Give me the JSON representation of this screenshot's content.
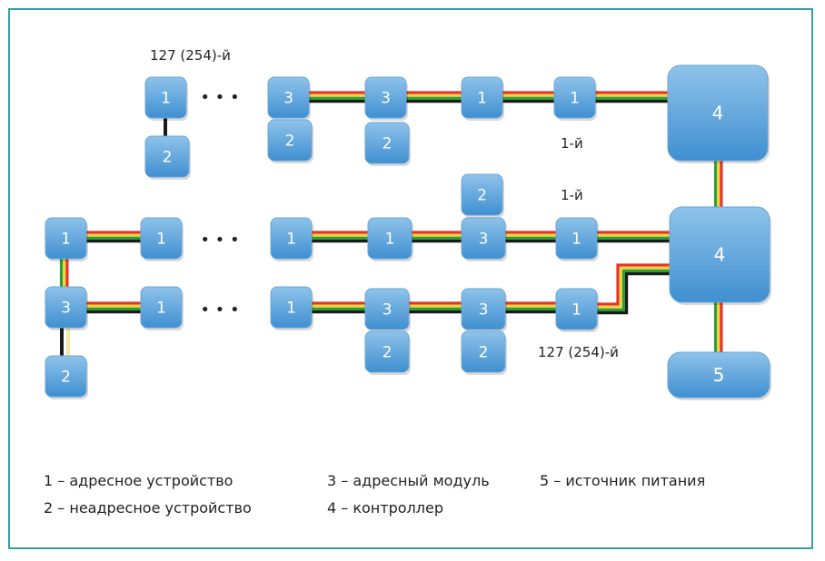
{
  "colors": {
    "frame": "#3a9aa6",
    "box_top": "#8fc3ea",
    "box_bottom": "#3f8fd1",
    "box_stroke": "#6aa6d8",
    "wire_red": "#e2342b",
    "wire_yellow": "#f2d43a",
    "wire_green": "#2f9c3a",
    "wire_black": "#1a1a1a",
    "wire_pale_yellow": "#f3e9a6"
  },
  "labels": {
    "top_left_count": "127 (254)-й",
    "top_first": "1-й",
    "middle_first": "1-й",
    "bottom_count": "127 (254)-й",
    "ellipsis": "• • •"
  },
  "legend": {
    "item1": "1 – адресное устройство",
    "item2": "2 – неадресное устройство",
    "item3": "3 – адресный модуль",
    "item4": "4 – контроллер",
    "item5": "5 – источник питания"
  },
  "boxes": [
    {
      "id": "b-top-1-far",
      "num": "1"
    },
    {
      "id": "b-top-2-far",
      "num": "2"
    },
    {
      "id": "b-top-3a",
      "num": "3"
    },
    {
      "id": "b-top-2a",
      "num": "2"
    },
    {
      "id": "b-top-3b",
      "num": "3"
    },
    {
      "id": "b-top-2b",
      "num": "2"
    },
    {
      "id": "b-top-1a",
      "num": "1"
    },
    {
      "id": "b-top-1b",
      "num": "1"
    },
    {
      "id": "b-ctrl-top",
      "num": "4"
    },
    {
      "id": "b-mid-1-left",
      "num": "1"
    },
    {
      "id": "b-mid-1b",
      "num": "1"
    },
    {
      "id": "b-mid-1c",
      "num": "1"
    },
    {
      "id": "b-mid-1d",
      "num": "1"
    },
    {
      "id": "b-mid-2",
      "num": "2"
    },
    {
      "id": "b-mid-3",
      "num": "3"
    },
    {
      "id": "b-mid-1e",
      "num": "1"
    },
    {
      "id": "b-ctrl-mid",
      "num": "4"
    },
    {
      "id": "b-bot-3-left",
      "num": "3"
    },
    {
      "id": "b-bot-1b",
      "num": "1"
    },
    {
      "id": "b-bot-1c",
      "num": "1"
    },
    {
      "id": "b-bot-3a",
      "num": "3"
    },
    {
      "id": "b-bot-2a",
      "num": "2"
    },
    {
      "id": "b-bot-3b",
      "num": "3"
    },
    {
      "id": "b-bot-2b",
      "num": "2"
    },
    {
      "id": "b-bot-1d",
      "num": "1"
    },
    {
      "id": "b-bot-2-left",
      "num": "2"
    },
    {
      "id": "b-psu",
      "num": "5"
    }
  ]
}
